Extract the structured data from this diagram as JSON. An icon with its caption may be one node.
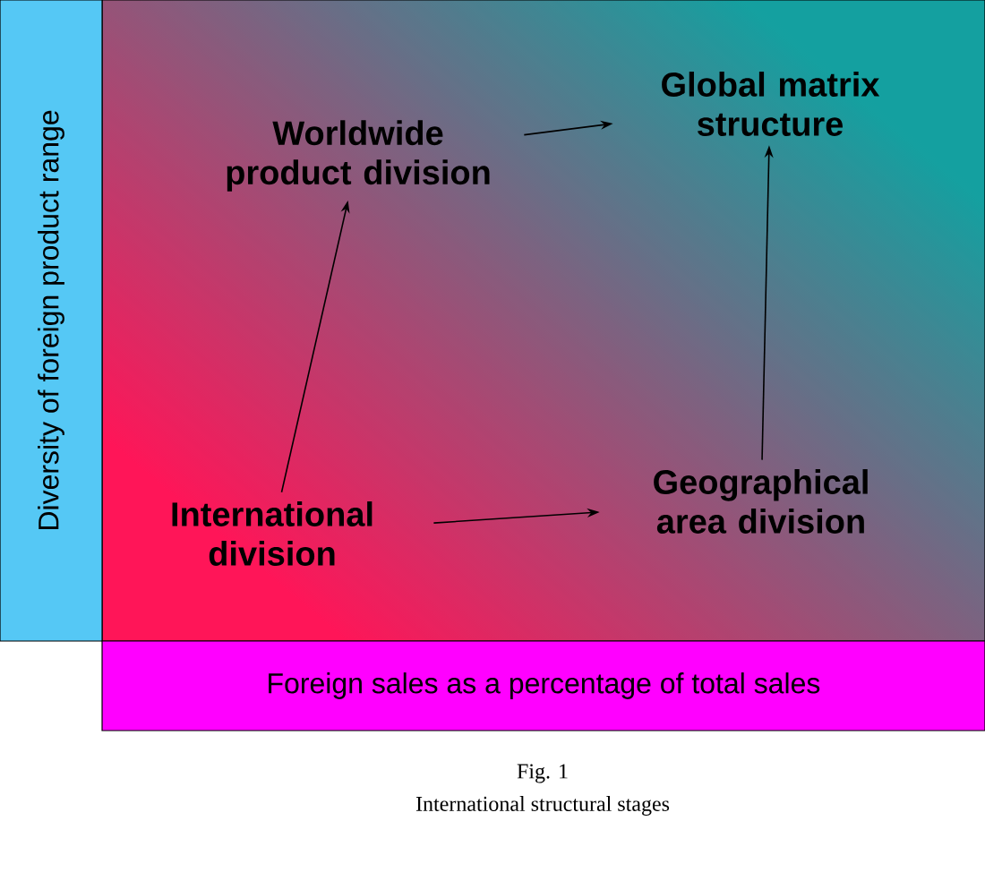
{
  "diagram": {
    "caption": "International structural stages",
    "nodes": [
      {
        "text": [
          "Worldwide product division"
        ]
      },
      {
        "text": [
          "Global matrix structure"
        ]
      },
      {
        "text": [
          "International division"
        ]
      },
      {
        "text": [
          "Geographical area division"
        ]
      },
      {
        "text": [
          "Diversity of foreign product range"
        ]
      },
      {
        "text": [
          "Foreign sales as a percentage of total sales"
        ]
      }
    ],
    "edges": [
      {
        "from": 2,
        "to": 0,
        "arrow": "to"
      },
      {
        "from": 0,
        "to": 1,
        "arrow": "to"
      },
      {
        "from": 2,
        "to": 3,
        "arrow": "to"
      },
      {
        "from": 3,
        "to": 1,
        "arrow": "to"
      }
    ],
    "labels": [
      "Fig. 1"
    ]
  }
}
